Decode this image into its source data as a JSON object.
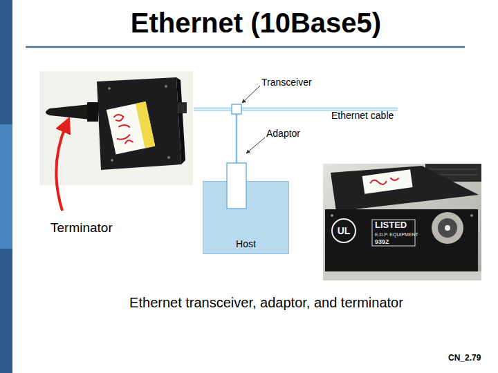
{
  "diagram": {
    "title": "Ethernet (10Base5)",
    "caption": "Ethernet transceiver, adaptor, and terminator",
    "nodes": [
      {
        "text": [
          "Host"
        ]
      }
    ],
    "edges": [],
    "labels": [
      "Terminator",
      "Transceiver",
      "Ethernet cable",
      "Adaptor",
      "UL",
      "LISTED",
      "E.D.P. EQUIPMENT",
      "939Z",
      "CN_2.79"
    ]
  }
}
